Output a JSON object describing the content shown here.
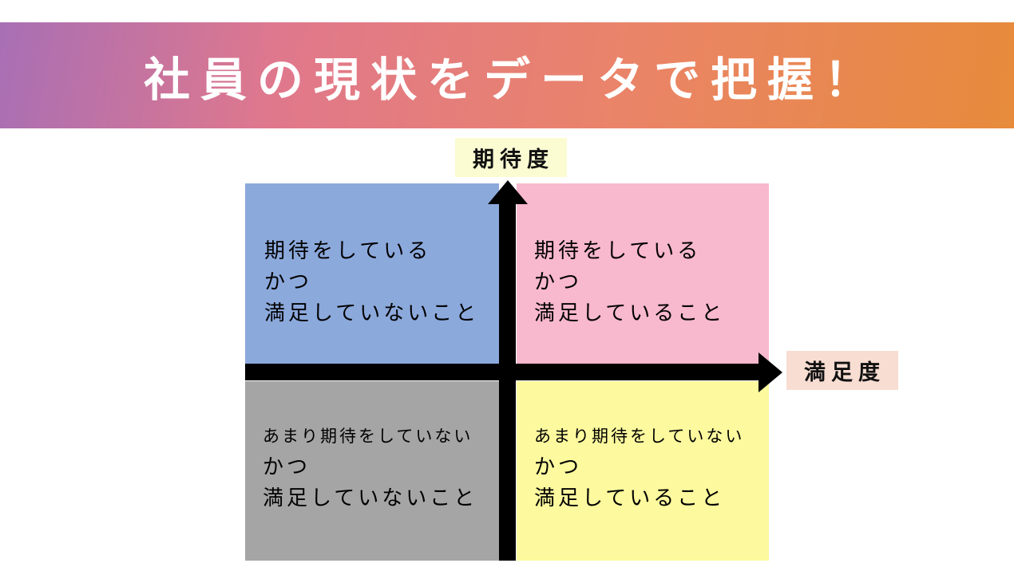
{
  "header": {
    "title": "社員の現状をデータで把握！",
    "gradient_colors": [
      "#a86fb5",
      "#e0788c",
      "#ea8468",
      "#e78b3b"
    ],
    "text_color": "#ffffff"
  },
  "axes": {
    "y": {
      "label": "期待度",
      "bg": "#fbfcd2"
    },
    "x": {
      "label": "満足度",
      "bg": "#f8ddd2"
    },
    "arrow_color": "#000000"
  },
  "quadrants": {
    "top_left": {
      "color": "#8ca9dc",
      "lines": [
        "期待をしている",
        "かつ",
        "満足していないこと"
      ]
    },
    "top_right": {
      "color": "#f8b8cd",
      "lines": [
        "期待をしている",
        "かつ",
        "満足していること"
      ]
    },
    "bottom_left": {
      "color": "#a5a5a5",
      "lines": [
        "あまり期待をしていない",
        "かつ",
        "満足していないこと"
      ]
    },
    "bottom_right": {
      "color": "#fcf99e",
      "lines": [
        "あまり期待をしていない",
        "かつ",
        "満足していること"
      ]
    }
  }
}
